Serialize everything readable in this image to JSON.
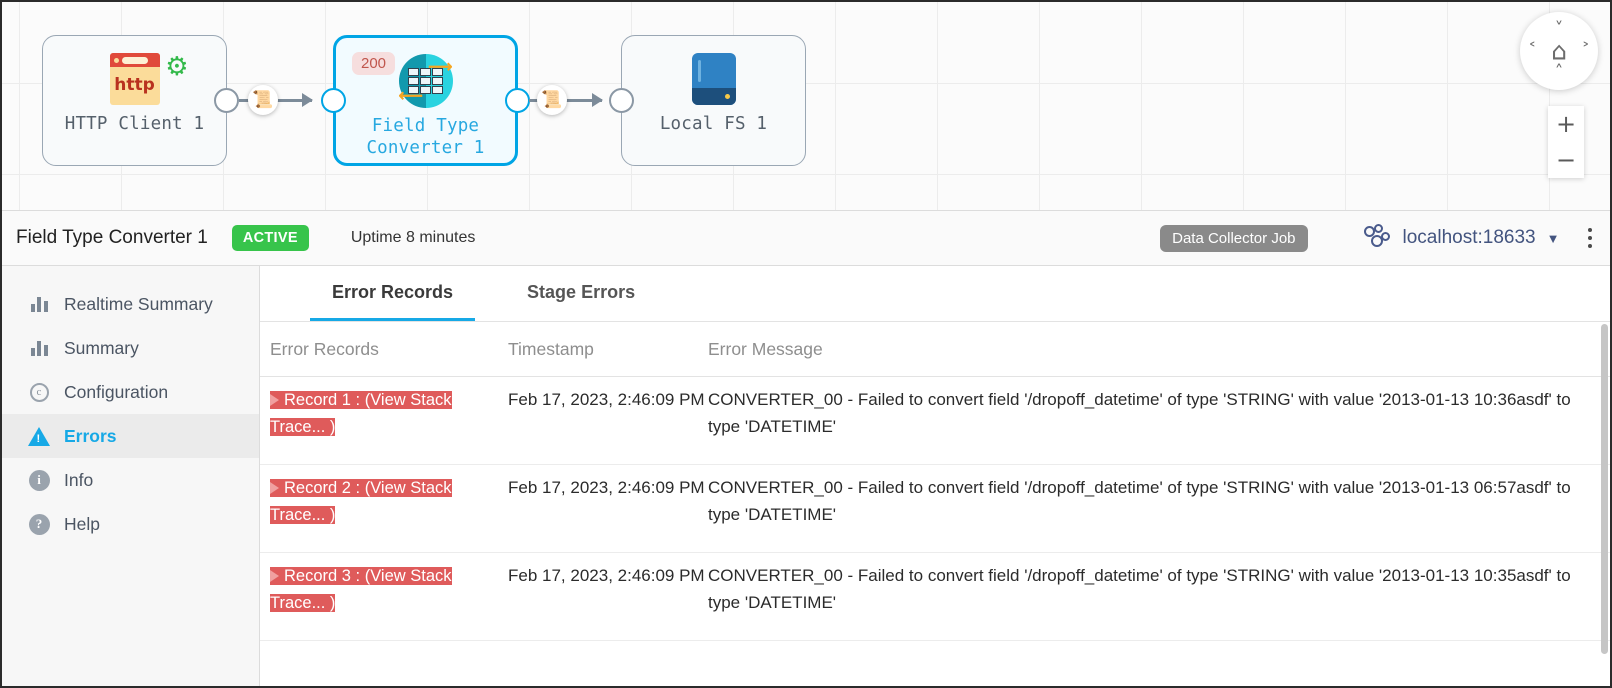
{
  "canvas": {
    "nodes": [
      {
        "name": "HTTP Client 1",
        "icon": "http-client-icon",
        "selected": false,
        "badge": null
      },
      {
        "name": "Field Type Converter 1",
        "icon": "field-type-converter-icon",
        "selected": true,
        "badge": "200"
      },
      {
        "name": "Local FS 1",
        "icon": "local-fs-icon",
        "selected": false,
        "badge": null
      }
    ],
    "nav_controls": {
      "home": "home-icon",
      "up": "chevron-up-icon",
      "down": "chevron-down-icon",
      "left": "chevron-left-icon",
      "right": "chevron-right-icon",
      "zoom_in": "+",
      "zoom_out": "−"
    }
  },
  "statusbar": {
    "title": "Field Type Converter 1",
    "status_badge": "ACTIVE",
    "uptime": "Uptime 8 minutes",
    "job_chip": "Data Collector Job",
    "host": "localhost:18633",
    "host_caret": "▼",
    "kebab": "more-options-icon"
  },
  "sidebar": {
    "items": [
      {
        "label": "Realtime Summary",
        "icon": "bar-chart-icon",
        "active": false
      },
      {
        "label": "Summary",
        "icon": "bar-chart-icon",
        "active": false
      },
      {
        "label": "Configuration",
        "icon": "configuration-icon",
        "active": false
      },
      {
        "label": "Errors",
        "icon": "warning-triangle-icon",
        "active": true
      },
      {
        "label": "Info",
        "icon": "info-icon",
        "active": false
      },
      {
        "label": "Help",
        "icon": "help-icon",
        "active": false
      }
    ]
  },
  "main": {
    "tabs": [
      {
        "label": "Error Records",
        "active": true
      },
      {
        "label": "Stage Errors",
        "active": false
      }
    ],
    "table": {
      "headers": [
        "Error Records",
        "Timestamp",
        "Error Message"
      ],
      "rows": [
        {
          "record": "Record 1 : (View Stack Trace... )",
          "timestamp": "Feb 17, 2023, 2:46:09 PM",
          "message": "CONVERTER_00 - Failed to convert field '/dropoff_datetime' of type 'STRING' with value '2013-01-13 10:36asdf' to type 'DATETIME'"
        },
        {
          "record": "Record 2 : (View Stack Trace... )",
          "timestamp": "Feb 17, 2023, 2:46:09 PM",
          "message": "CONVERTER_00 - Failed to convert field '/dropoff_datetime' of type 'STRING' with value '2013-01-13 06:57asdf' to type 'DATETIME'"
        },
        {
          "record": "Record 3 : (View Stack Trace... )",
          "timestamp": "Feb 17, 2023, 2:46:09 PM",
          "message": "CONVERTER_00 - Failed to convert field '/dropoff_datetime' of type 'STRING' with value '2013-01-13 10:35asdf' to type 'DATETIME'"
        }
      ]
    }
  },
  "colors": {
    "accent": "#17a9e6",
    "active_green": "#37c44b",
    "error_red": "#df5b5b",
    "badge_200_bg": "#f6dede",
    "badge_200_text": "#c0564d"
  }
}
